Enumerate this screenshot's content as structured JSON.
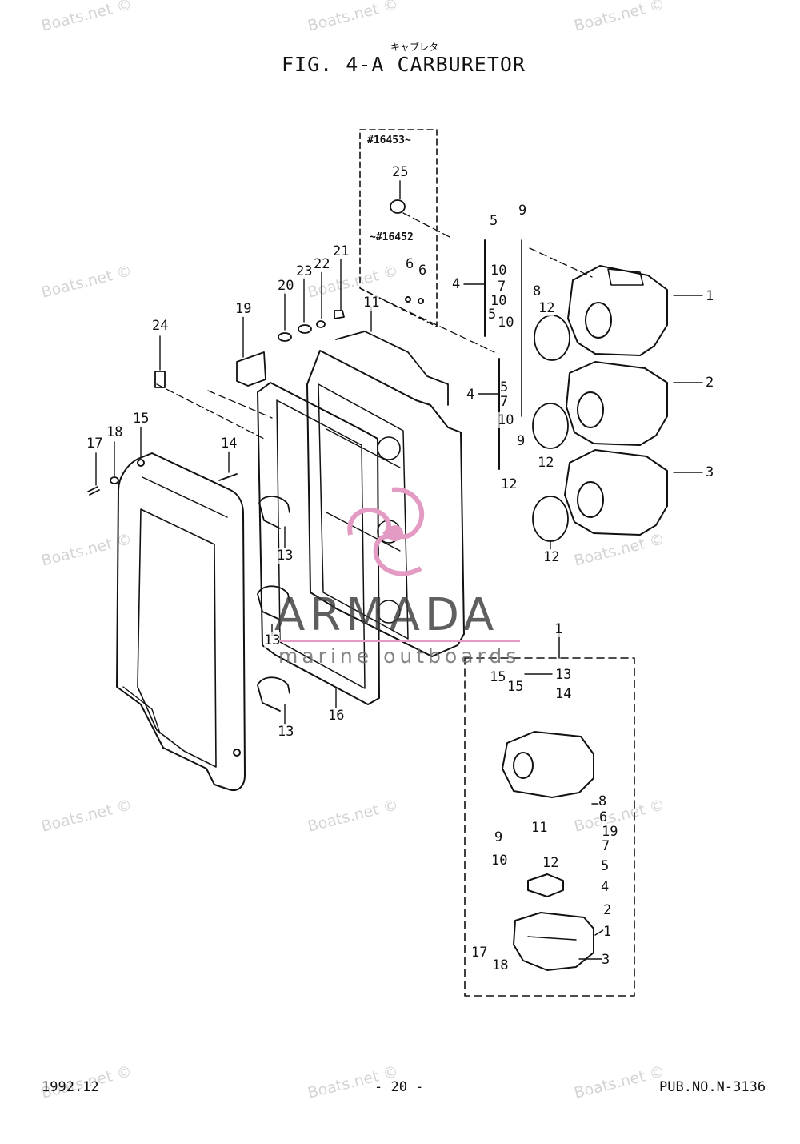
{
  "header": {
    "kana": "キャブレタ",
    "title": "FIG.  4-A CARBURETOR"
  },
  "serial_labels": {
    "from": "#16453~",
    "to": "~#16452"
  },
  "watermark": {
    "text": "Boats.net ©",
    "color": "#d4d4d4"
  },
  "logo": {
    "name": "ARMADA",
    "subtitle": "marine outboards",
    "accent": "#e39bc3"
  },
  "callouts": [
    {
      "id": "c25",
      "text": "25"
    },
    {
      "id": "c21",
      "text": "21"
    },
    {
      "id": "c22",
      "text": "22"
    },
    {
      "id": "c23",
      "text": "23"
    },
    {
      "id": "c20",
      "text": "20"
    },
    {
      "id": "c11",
      "text": "11"
    },
    {
      "id": "c19",
      "text": "19"
    },
    {
      "id": "c24",
      "text": "24"
    },
    {
      "id": "c15",
      "text": "15"
    },
    {
      "id": "c17",
      "text": "17"
    },
    {
      "id": "c18",
      "text": "18"
    },
    {
      "id": "c14",
      "text": "14"
    },
    {
      "id": "c13a",
      "text": "13"
    },
    {
      "id": "c13b",
      "text": "13"
    },
    {
      "id": "c13c",
      "text": "13"
    },
    {
      "id": "c16",
      "text": "16"
    },
    {
      "id": "c6a",
      "text": "6"
    },
    {
      "id": "c6b",
      "text": "6"
    },
    {
      "id": "c4a",
      "text": "4"
    },
    {
      "id": "c4b",
      "text": "4"
    },
    {
      "id": "c5a",
      "text": "5"
    },
    {
      "id": "c9a",
      "text": "9"
    },
    {
      "id": "c10a",
      "text": "10"
    },
    {
      "id": "c7a",
      "text": "7"
    },
    {
      "id": "c10b",
      "text": "10"
    },
    {
      "id": "c8a",
      "text": "8"
    },
    {
      "id": "c5b",
      "text": "5"
    },
    {
      "id": "c10c",
      "text": "10"
    },
    {
      "id": "c12a",
      "text": "12"
    },
    {
      "id": "c1a",
      "text": "1"
    },
    {
      "id": "c2a",
      "text": "2"
    },
    {
      "id": "c5c",
      "text": "5"
    },
    {
      "id": "c7b",
      "text": "7"
    },
    {
      "id": "c10d",
      "text": "10"
    },
    {
      "id": "c9b",
      "text": "9"
    },
    {
      "id": "c12b",
      "text": "12"
    },
    {
      "id": "c12c",
      "text": "12"
    },
    {
      "id": "c3a",
      "text": "3"
    },
    {
      "id": "c12d",
      "text": "12"
    },
    {
      "id": "c1b",
      "text": "1"
    },
    {
      "id": "d15a",
      "text": "15"
    },
    {
      "id": "d15b",
      "text": "15"
    },
    {
      "id": "d13",
      "text": "13"
    },
    {
      "id": "d14",
      "text": "14"
    },
    {
      "id": "d8",
      "text": "8"
    },
    {
      "id": "d6",
      "text": "6"
    },
    {
      "id": "d19",
      "text": "19"
    },
    {
      "id": "d7",
      "text": "7"
    },
    {
      "id": "d9",
      "text": "9"
    },
    {
      "id": "d11",
      "text": "11"
    },
    {
      "id": "d10",
      "text": "10"
    },
    {
      "id": "d12",
      "text": "12"
    },
    {
      "id": "d5",
      "text": "5"
    },
    {
      "id": "d4",
      "text": "4"
    },
    {
      "id": "d2",
      "text": "2"
    },
    {
      "id": "d1",
      "text": "1"
    },
    {
      "id": "d17",
      "text": "17"
    },
    {
      "id": "d18",
      "text": "18"
    },
    {
      "id": "d3",
      "text": "3"
    }
  ],
  "footer": {
    "date": "1992.12",
    "page": "- 20 -",
    "pub": "PUB.NO.N-3136"
  }
}
